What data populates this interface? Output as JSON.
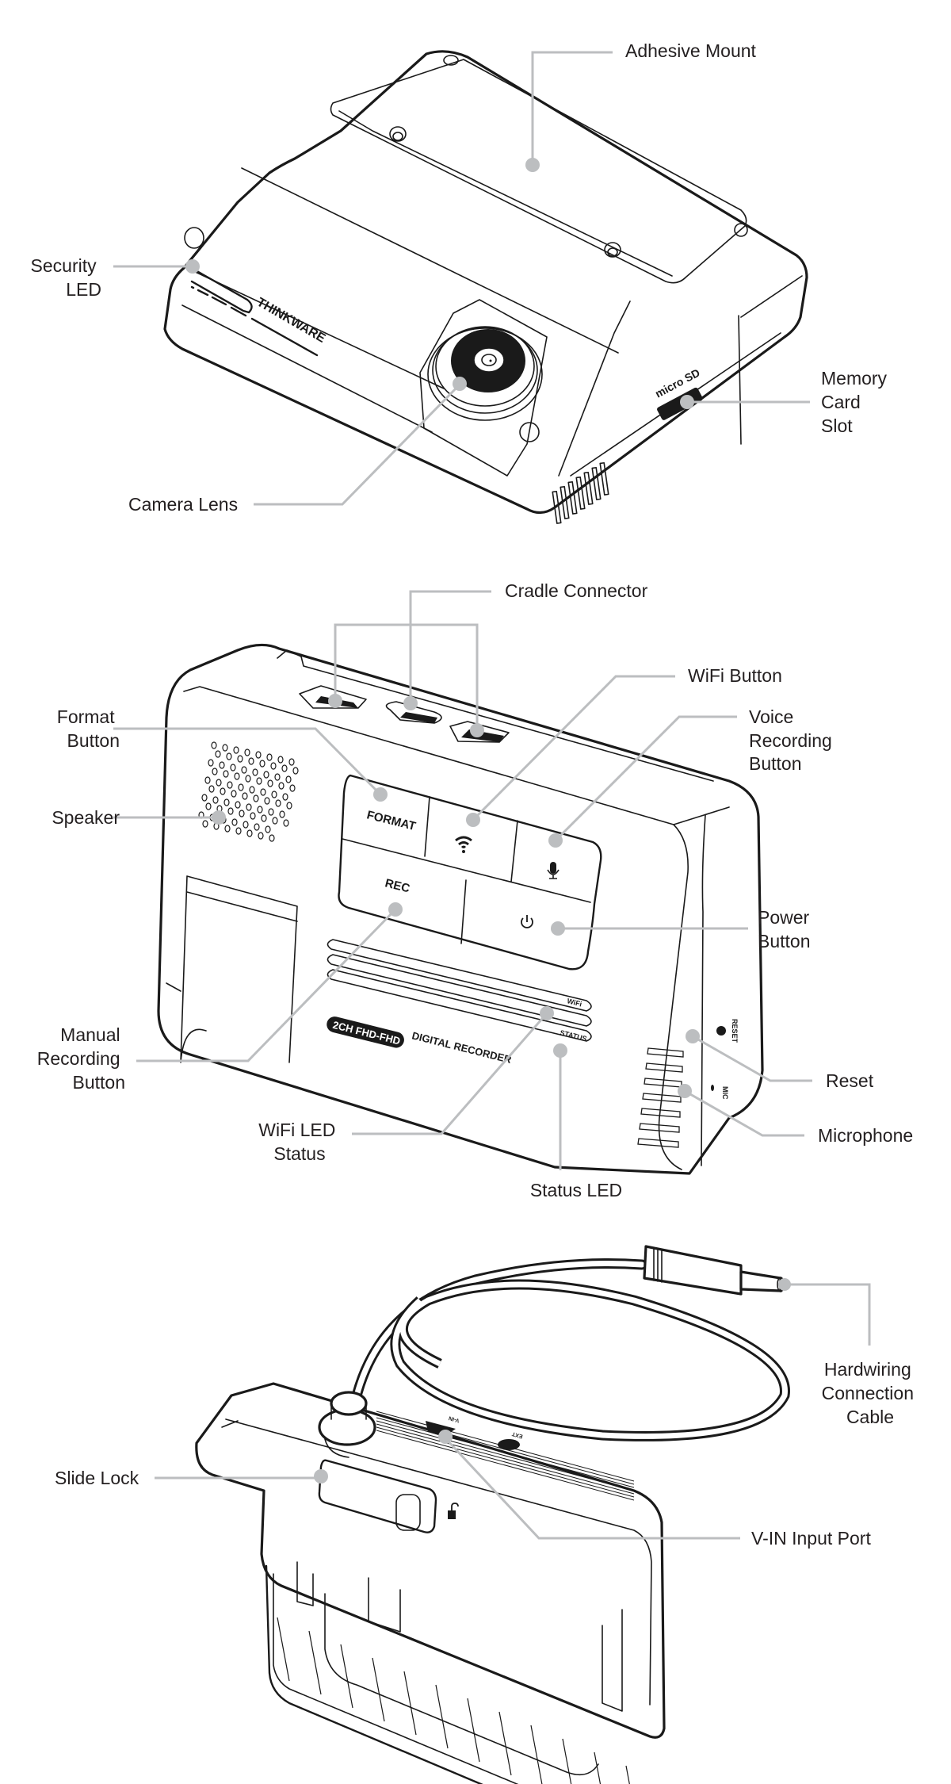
{
  "colors": {
    "outline": "#1a1a1a",
    "leader": "#bcbec0",
    "label_text": "#231f20",
    "background": "#ffffff"
  },
  "device_front": {
    "brand": "THINKWARE",
    "sd_marking": "micro SD",
    "labels": {
      "adhesive_mount": "Adhesive Mount",
      "security_led": [
        "Security",
        "LED"
      ],
      "memory_card_slot": [
        "Memory",
        "Card",
        "Slot"
      ],
      "camera_lens": "Camera Lens"
    }
  },
  "device_back": {
    "button_text": {
      "format": "FORMAT",
      "rec": "REC"
    },
    "icons": [
      "wifi-icon",
      "microphone-icon",
      "power-icon"
    ],
    "badge": "2CH FHD-FHD",
    "product_text": "DIGITAL RECORDER",
    "led_marks": {
      "wifi": "WiFi",
      "status": "STATUS"
    },
    "side_marks": {
      "reset": "RESET",
      "mic": "MIC"
    },
    "labels": {
      "cradle_connector": "Cradle Connector",
      "format_button": [
        "Format",
        "Button"
      ],
      "wifi_button": "WiFi Button",
      "voice_recording_button": [
        "Voice",
        "Recording",
        "Button"
      ],
      "speaker": "Speaker",
      "power_button": [
        "Power",
        "Button"
      ],
      "manual_recording_button": [
        "Manual",
        "Recording",
        "Button"
      ],
      "reset": "Reset",
      "microphone": "Microphone",
      "wifi_led_status": [
        "WiFi LED",
        "Status"
      ],
      "status_led": "Status LED"
    }
  },
  "mount": {
    "port_marks": {
      "vin": "V-IN",
      "ext": "EXT"
    },
    "labels": {
      "hardwiring_cable": [
        "Hardwiring",
        "Connection",
        "Cable"
      ],
      "slide_lock": "Slide Lock",
      "vin_input_port": "V-IN Input Port"
    }
  }
}
